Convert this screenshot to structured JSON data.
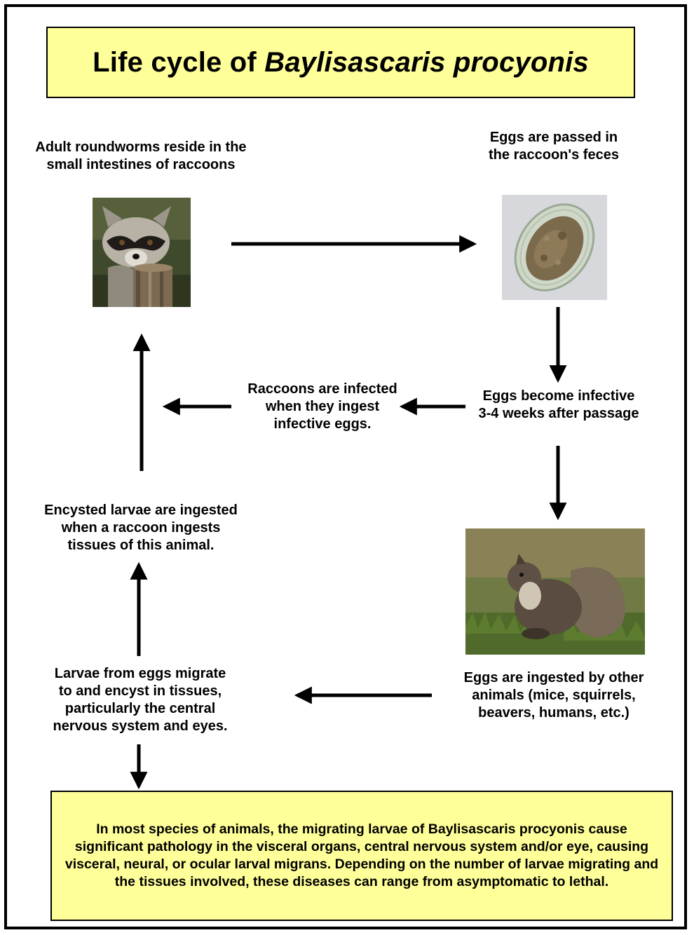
{
  "title": {
    "prefix": "Life cycle of ",
    "species": "Baylisascaris procyonis"
  },
  "nodes": {
    "adults": "Adult roundworms reside in the\nsmall intestines of raccoons",
    "eggs_passed": "Eggs are passed in\nthe raccoon's feces",
    "infective": "Eggs become infective\n3-4 weeks after passage",
    "raccoon_infected": "Raccoons are infected\nwhen they ingest\ninfective eggs.",
    "ingested_other": "Eggs are ingested by other\nanimals (mice, squirrels,\nbeavers, humans, etc.)",
    "migrate": "Larvae from eggs migrate\nto and encyst in tissues,\nparticularly the central\nnervous system and eyes.",
    "encysted": "Encysted larvae are ingested\nwhen a raccoon ingests\ntissues of this animal."
  },
  "images": {
    "raccoon": "raccoon-photo",
    "egg": "roundworm-egg-micrograph",
    "squirrel": "squirrel-photo"
  },
  "note": "In most species of animals, the migrating larvae of Baylisascaris procyonis cause significant pathology in the visceral organs, central nervous system and/or eye, causing visceral, neural, or ocular larval migrans.  Depending on the number of larvae migrating and the tissues involved, these diseases can range from asymptomatic to lethal.",
  "colors": {
    "box_fill": "#ffff99",
    "border": "#000000"
  }
}
